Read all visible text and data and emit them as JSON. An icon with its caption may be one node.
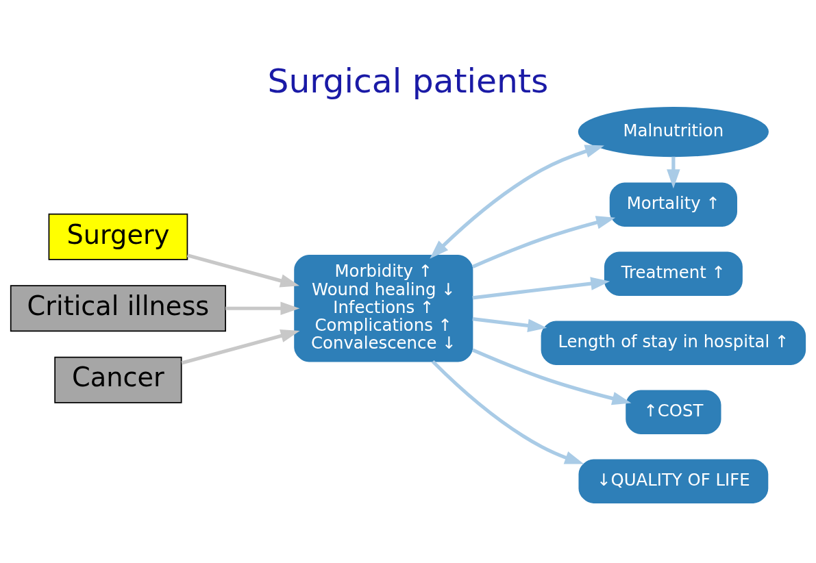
{
  "diagram": {
    "title": "Surgical patients",
    "nodes": [
      {
        "text": [
          "Surgery"
        ]
      },
      {
        "text": [
          "Critical illness"
        ]
      },
      {
        "text": [
          "Cancer"
        ]
      },
      {
        "text": [
          "Malnutrition"
        ]
      },
      {
        "text": [
          "Morbidity ↑",
          "Wound healing ↓",
          "Infections ↑",
          "Complications ↑",
          "Convalescence ↓"
        ]
      },
      {
        "text": [
          "Mortality ↑"
        ]
      },
      {
        "text": [
          "Treatment ↑"
        ]
      },
      {
        "text": [
          "Length of stay in hospital ↑"
        ]
      },
      {
        "text": [
          "↑COST"
        ]
      },
      {
        "text": [
          "↓QUALITY OF LIFE"
        ]
      }
    ],
    "edges": [
      {
        "from": 0,
        "to": 4,
        "arrow": "to",
        "color": "#c8c8c8"
      },
      {
        "from": 1,
        "to": 4,
        "arrow": "to",
        "color": "#c8c8c8"
      },
      {
        "from": 2,
        "to": 4,
        "arrow": "to",
        "color": "#c8c8c8"
      },
      {
        "from": 3,
        "to": 4,
        "arrow": "both"
      },
      {
        "from": 3,
        "to": 5,
        "arrow": "to"
      },
      {
        "from": 4,
        "to": 5,
        "arrow": "to"
      },
      {
        "from": 4,
        "to": 6,
        "arrow": "to"
      },
      {
        "from": 4,
        "to": 7,
        "arrow": "to"
      },
      {
        "from": 4,
        "to": 8,
        "arrow": "to"
      },
      {
        "from": 4,
        "to": 9,
        "arrow": "to"
      }
    ]
  }
}
